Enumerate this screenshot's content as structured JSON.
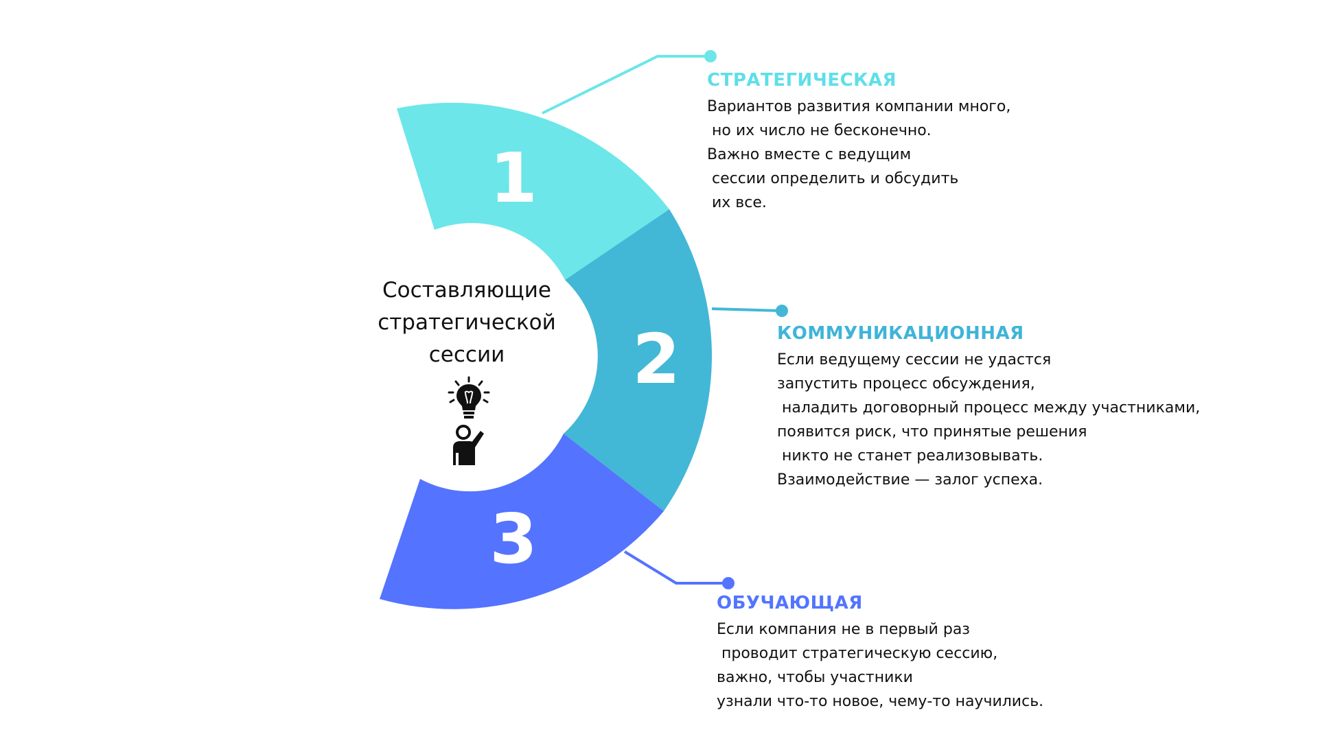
{
  "center": {
    "title_lines": [
      "Составляющие",
      "стратегической",
      "сессии"
    ],
    "icon": "idea-person-icon"
  },
  "segments": [
    {
      "number": "1",
      "color": "#6ce6e9"
    },
    {
      "number": "2",
      "color": "#43b7d6"
    },
    {
      "number": "3",
      "color": "#5473ff"
    }
  ],
  "blocks": [
    {
      "heading": "СТРАТЕГИЧЕСКАЯ",
      "color": "#5fdfe8",
      "lines": [
        "Вариантов развития компании много,",
        " но их число не бесконечно.",
        "Важно вместе с ведущим",
        " сессии определить и обсудить",
        " их все."
      ]
    },
    {
      "heading": "КОММУНИКАЦИОННАЯ",
      "color": "#3fb4d8",
      "lines": [
        "Если ведущему сессии не удастся",
        "запустить процесс обсуждения,",
        " наладить договорный процесс между участниками,",
        "появится риск, что принятые решения",
        " никто не станет реализовывать.",
        "Взаимодействие — залог успеха."
      ]
    },
    {
      "heading": "ОБУЧАЮЩАЯ",
      "color": "#5274ff",
      "lines": [
        "Если компания не в первый раз",
        " проводит стратегическую сессию,",
        "важно, чтобы участники",
        "узнали что-то новое, чему-то научились."
      ]
    }
  ]
}
